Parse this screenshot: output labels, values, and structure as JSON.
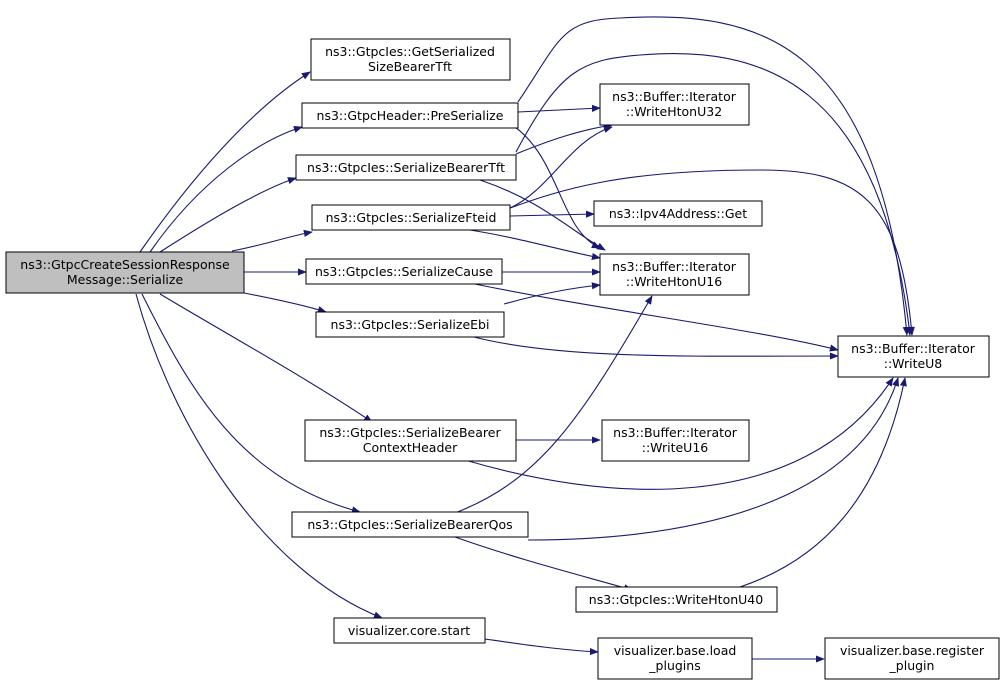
{
  "colors": {
    "edge": "#191970",
    "node_border": "#000000",
    "node_fill": "#ffffff",
    "root_fill": "#bfbfbf",
    "text": "#000000"
  },
  "nodes": {
    "root": {
      "lines": [
        "ns3::GtpcCreateSessionResponse",
        "Message::Serialize"
      ]
    },
    "getSerializedSizeBearerTft": {
      "lines": [
        "ns3::GtpcIes::GetSerialized",
        "SizeBearerTft"
      ]
    },
    "gtpcHeaderPreSerialize": {
      "lines": [
        "ns3::GtpcHeader::PreSerialize"
      ]
    },
    "serializeBearerTft": {
      "lines": [
        "ns3::GtpcIes::SerializeBearerTft"
      ]
    },
    "serializeFteid": {
      "lines": [
        "ns3::GtpcIes::SerializeFteid"
      ]
    },
    "serializeCause": {
      "lines": [
        "ns3::GtpcIes::SerializeCause"
      ]
    },
    "serializeEbi": {
      "lines": [
        "ns3::GtpcIes::SerializeEbi"
      ]
    },
    "serializeBearerContextHeader": {
      "lines": [
        "ns3::GtpcIes::SerializeBearer",
        "ContextHeader"
      ]
    },
    "serializeBearerQos": {
      "lines": [
        "ns3::GtpcIes::SerializeBearerQos"
      ]
    },
    "visualizerCoreStart": {
      "lines": [
        "visualizer.core.start"
      ]
    },
    "writeHtonU32": {
      "lines": [
        "ns3::Buffer::Iterator",
        "::WriteHtonU32"
      ]
    },
    "ipv4AddressGet": {
      "lines": [
        "ns3::Ipv4Address::Get"
      ]
    },
    "writeHtonU16": {
      "lines": [
        "ns3::Buffer::Iterator",
        "::WriteHtonU16"
      ]
    },
    "writeU16": {
      "lines": [
        "ns3::Buffer::Iterator",
        "::WriteU16"
      ]
    },
    "gtpcWriteHtonU40": {
      "lines": [
        "ns3::GtpcIes::WriteHtonU40"
      ]
    },
    "visualizerBaseLoadPlugins": {
      "lines": [
        "visualizer.base.load",
        "_plugins"
      ]
    },
    "writeU8": {
      "lines": [
        "ns3::Buffer::Iterator",
        "::WriteU8"
      ]
    },
    "visualizerBaseRegisterPlugin": {
      "lines": [
        "visualizer.base.register",
        "_plugin"
      ]
    }
  }
}
